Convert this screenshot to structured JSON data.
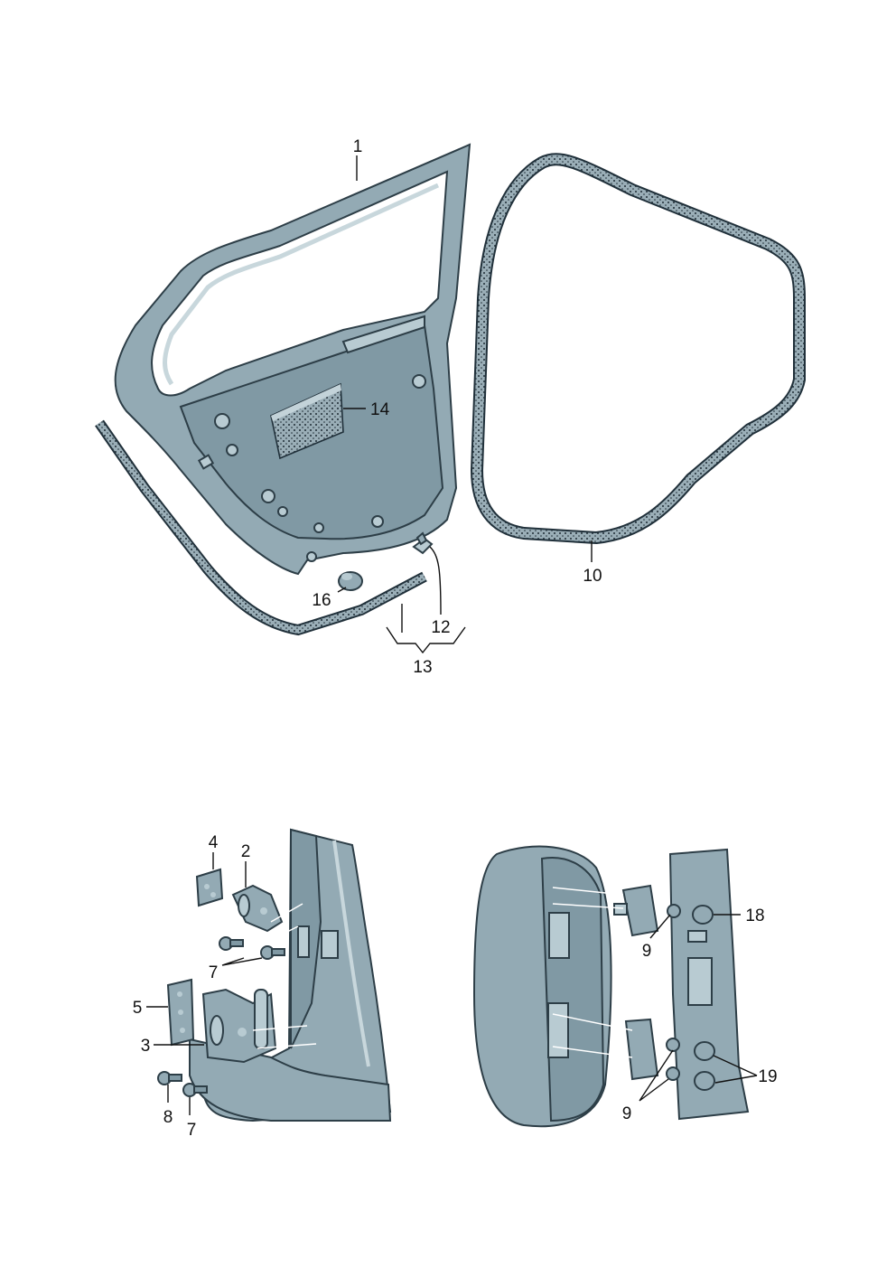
{
  "diagram": {
    "callouts": [
      {
        "id": "1",
        "text": "1"
      },
      {
        "id": "10",
        "text": "10"
      },
      {
        "id": "12",
        "text": "12"
      },
      {
        "id": "13",
        "text": "13"
      },
      {
        "id": "14",
        "text": "14"
      },
      {
        "id": "16",
        "text": "16"
      },
      {
        "id": "2",
        "text": "2"
      },
      {
        "id": "3",
        "text": "3"
      },
      {
        "id": "4",
        "text": "4"
      },
      {
        "id": "5",
        "text": "5"
      },
      {
        "id": "7a",
        "text": "7"
      },
      {
        "id": "7b",
        "text": "7"
      },
      {
        "id": "8",
        "text": "8"
      },
      {
        "id": "9a",
        "text": "9"
      },
      {
        "id": "9b",
        "text": "9"
      },
      {
        "id": "18",
        "text": "18"
      },
      {
        "id": "19",
        "text": "19"
      }
    ],
    "colors": {
      "part_fill": "#93aab4",
      "part_shadow": "#8099a4",
      "part_highlight": "#b8cbd2",
      "outline": "#2d3e47",
      "label": "#111111"
    }
  }
}
